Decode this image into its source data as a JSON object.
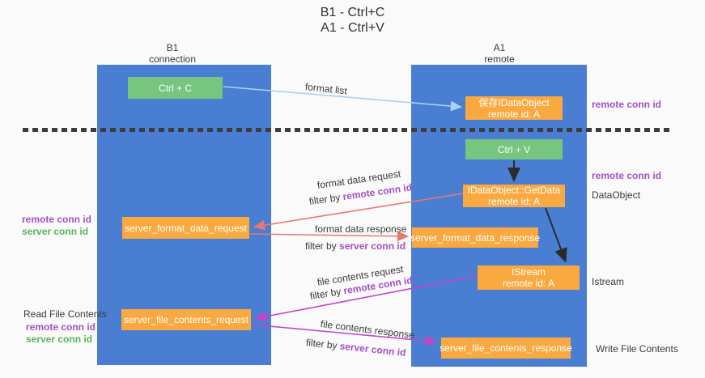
{
  "title": {
    "line1": "B1 - Ctrl+C",
    "line2": "A1 - Ctrl+V"
  },
  "columns": {
    "left": {
      "header_line1": "B1",
      "header_line2": "connection"
    },
    "right": {
      "header_line1": "A1",
      "header_line2": "remote"
    }
  },
  "nodes": {
    "ctrl_c": "Ctrl + C",
    "save_idataobject": {
      "line1": "保存IDataObject",
      "line2": "remote id: A"
    },
    "ctrl_v": "Ctrl + V",
    "getdata": {
      "line1": "IDataObject::GetData",
      "line2": "remote id: A"
    },
    "server_format_data_request": "server_format_data_request",
    "server_format_data_response": "server_format_data_response",
    "istream": {
      "line1": "IStream",
      "line2": "remote id: A"
    },
    "server_file_contents_request": "server_file_contents_request",
    "server_file_contents_response": "server_file_contents_response"
  },
  "side_labels": {
    "right_remote_conn_id_1": "remote conn id",
    "right_remote_conn_id_2": "remote conn id",
    "dataobject": "DataObject",
    "istream": "Istream",
    "write_file_contents": "Write File Contents",
    "left_remote_conn_id_1": "remote conn id",
    "left_server_conn_id_1": "server conn id",
    "read_file_contents": "Read File Contents",
    "left_remote_conn_id_2": "remote conn id",
    "left_server_conn_id_2": "server conn id"
  },
  "arrow_labels": {
    "format_list": "format list",
    "format_data_request": "format data request",
    "format_data_response": "format data response",
    "file_contents_request": "file contents request",
    "file_contents_response": "file contents response",
    "filter_prefix": "filter by ",
    "remote_conn_id": "remote conn id",
    "server_conn_id": "server conn id"
  },
  "colors": {
    "background": "#fafafa",
    "column_blue": "#4a7ed2",
    "node_green": "#77c57f",
    "node_orange": "#f9a93f",
    "arrow_light_blue": "#a9d2f0",
    "arrow_red": "#e87873",
    "arrow_magenta": "#c743c7",
    "arrow_black": "#2b2b2b",
    "text_purple": "#a44fc4",
    "text_green": "#57b45c"
  }
}
